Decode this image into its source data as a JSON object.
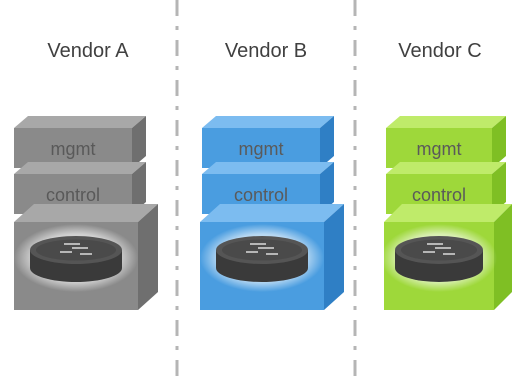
{
  "vendors": [
    {
      "name": "Vendor A",
      "layers": [
        "mgmt",
        "control"
      ],
      "colors": {
        "front": "#8a8a8a",
        "top": "#a8a8a8",
        "side": "#6f6f6f",
        "text": "#595959"
      }
    },
    {
      "name": "Vendor B",
      "layers": [
        "mgmt",
        "control"
      ],
      "colors": {
        "front": "#4a9de0",
        "top": "#7cbcf0",
        "side": "#2f7fc5",
        "text": "#5a5a5a"
      }
    },
    {
      "name": "Vendor C",
      "layers": [
        "mgmt",
        "control"
      ],
      "colors": {
        "front": "#9ed83a",
        "top": "#bfeb6a",
        "side": "#7fbf24",
        "text": "#5a5a5a"
      }
    }
  ],
  "icons": [
    "router-icon"
  ]
}
